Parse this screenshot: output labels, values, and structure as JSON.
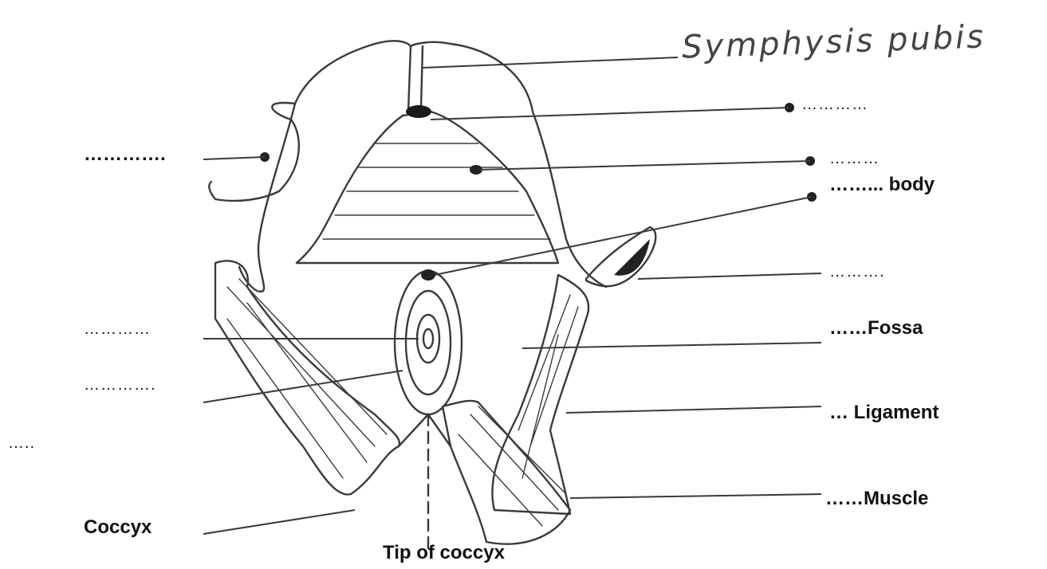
{
  "labels": {
    "symphysis": "Symphysis pubis",
    "right_1": "…………",
    "right_2": "………",
    "right_3": "……... body",
    "right_4": "……….",
    "right_5": "……Fossa",
    "right_6": "… Ligament",
    "right_7": "……Muscle",
    "left_1": "………….",
    "left_2": "…………",
    "left_3": "………….",
    "left_4": "…..",
    "coccyx": "Coccyx",
    "tip": "Tip of coccyx"
  },
  "colors": {
    "ink": "#3a3a3a",
    "text": "#111111"
  }
}
